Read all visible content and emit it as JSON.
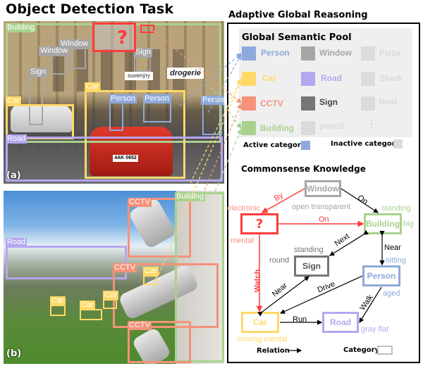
{
  "left_title": "Object Detection Task",
  "right_title": "Adaptive Global Reasoning",
  "colors": {
    "person": "#8ea9db",
    "car": "#ffd966",
    "cctv": "#f4927a",
    "building": "#a9d18e",
    "road": "#b4a7f0",
    "window": "#a6a6a6",
    "sign": "#767676",
    "unknown": "#ff3b3b",
    "inactive": "#d9d9d9"
  },
  "photo_a": {
    "tag": "(a)",
    "unknown_mark": "?",
    "boxes": [
      {
        "label": "Building",
        "cat": "building"
      },
      {
        "label": "Window",
        "cat": "window"
      },
      {
        "label": "Window",
        "cat": "window"
      },
      {
        "label": "Sign",
        "cat": "window"
      },
      {
        "label": "Sign",
        "cat": "window"
      },
      {
        "label": "Car",
        "cat": "car"
      },
      {
        "label": "Car",
        "cat": "car"
      },
      {
        "label": "Person",
        "cat": "person"
      },
      {
        "label": "Person",
        "cat": "person"
      },
      {
        "label": "Person",
        "cat": "person"
      },
      {
        "label": "Road",
        "cat": "road"
      }
    ],
    "shop_signs": [
      "drogerie",
      "suvenýry"
    ],
    "plate": "4AK 0652"
  },
  "photo_b": {
    "tag": "(b)",
    "boxes": [
      {
        "label": "CCTV",
        "cat": "cctv"
      },
      {
        "label": "Building",
        "cat": "building"
      },
      {
        "label": "Road",
        "cat": "road"
      },
      {
        "label": "CCTV",
        "cat": "cctv"
      },
      {
        "label": "Car",
        "cat": "car"
      },
      {
        "label": "Car",
        "cat": "car"
      },
      {
        "label": "Car",
        "cat": "car"
      },
      {
        "label": "Car",
        "cat": "car"
      },
      {
        "label": "CCTV",
        "cat": "cctv"
      }
    ]
  },
  "semantic_pool": {
    "title": "Global Semantic Pool",
    "items": [
      {
        "label": "Person",
        "state": "active",
        "cat": "person"
      },
      {
        "label": "Window",
        "state": "active",
        "cat": "window"
      },
      {
        "label": "Pizza",
        "state": "inactive"
      },
      {
        "label": "Car",
        "state": "active",
        "cat": "car"
      },
      {
        "label": "Road",
        "state": "active",
        "cat": "road"
      },
      {
        "label": "Shark",
        "state": "inactive"
      },
      {
        "label": "CCTV",
        "state": "active",
        "cat": "cctv"
      },
      {
        "label": "Sign",
        "state": "active",
        "cat": "sign"
      },
      {
        "label": "boat",
        "state": "inactive"
      },
      {
        "label": "Building",
        "state": "active",
        "cat": "building"
      },
      {
        "label": "pencil",
        "state": "inactive"
      },
      {
        "label": "⋮",
        "state": "ellipsis"
      }
    ],
    "legend_active": "Active category",
    "legend_inactive": "Inactive category"
  },
  "knowledge": {
    "title": "Commonsense Knowledge",
    "nodes": {
      "window": "Window",
      "unknown": "?",
      "building": "Building",
      "sign": "Sign",
      "person": "Person",
      "car": "Car",
      "road": "Road"
    },
    "attributes": {
      "window": "open  transparent",
      "unknown_top": "electronic",
      "unknown_bottom": "mental",
      "building_top": "standing",
      "building_right": "big",
      "sign_top": "standing",
      "sign_left": "round",
      "person_top": "sitting",
      "person_bottom": "aged",
      "car": "moving  mental",
      "road": "gray  flat"
    },
    "edges": [
      {
        "from": "window",
        "to": "unknown",
        "label": "By"
      },
      {
        "from": "window",
        "to": "building",
        "label": "On"
      },
      {
        "from": "unknown",
        "to": "building",
        "label": "On"
      },
      {
        "from": "building",
        "to": "sign",
        "label": "Next"
      },
      {
        "from": "building",
        "to": "person",
        "label": "Near"
      },
      {
        "from": "unknown",
        "to": "car",
        "label": "Watch"
      },
      {
        "from": "car",
        "to": "sign",
        "label": "Near"
      },
      {
        "from": "person",
        "to": "car",
        "label": "Drive"
      },
      {
        "from": "person",
        "to": "road",
        "label": "Walk"
      },
      {
        "from": "car",
        "to": "road",
        "label": "Run"
      }
    ],
    "legend_relation": "Relation",
    "legend_category": "Category"
  }
}
